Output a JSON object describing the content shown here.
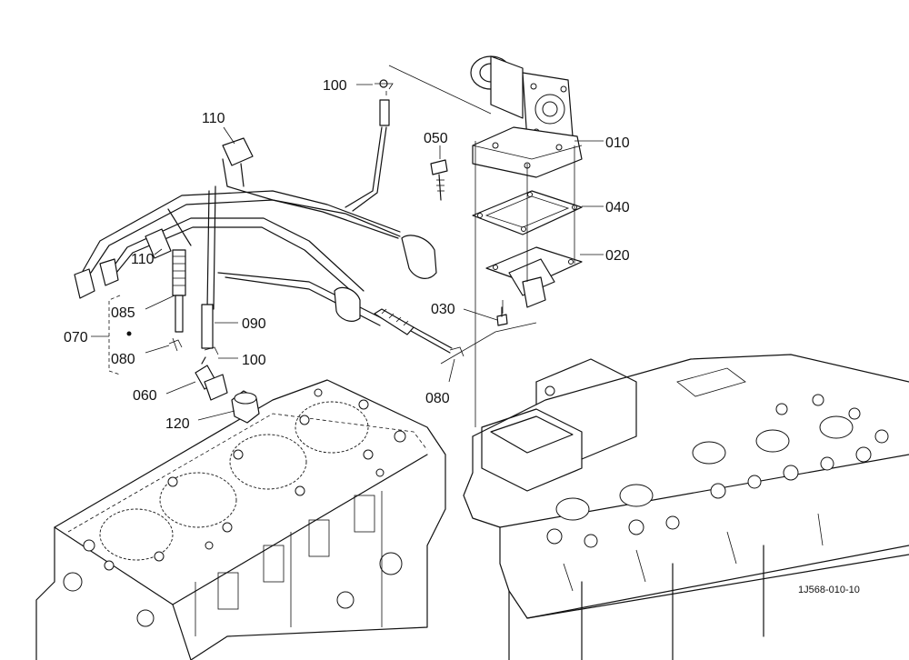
{
  "callouts": {
    "p010": "010",
    "p020": "020",
    "p030": "030",
    "p040": "040",
    "p050": "050",
    "p060": "060",
    "p070": "070",
    "p080a": "080",
    "p080b": "080",
    "p085": "085",
    "p090": "090",
    "p100a": "100",
    "p100b": "100",
    "p110a": "110",
    "p110b": "110",
    "p120": "120"
  },
  "drawing_code": "1J568-010-10"
}
